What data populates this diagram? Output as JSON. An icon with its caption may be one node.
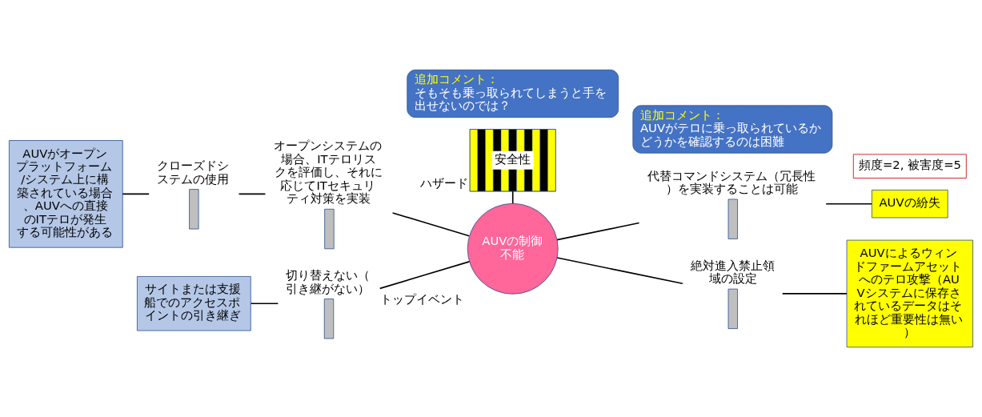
{
  "diagram": {
    "nodes": [
      {
        "text": [
          "AUVがオープンプラットフォーム/システム上に構築されている場合、AUVへの直接のITテロが発生する可能性がある"
        ]
      },
      {
        "text": [],
        "shape": "bar",
        "beside": [
          "クローズドシステムの使用"
        ]
      },
      {
        "text": [],
        "shape": "bar",
        "beside": [
          "オープンシステムの場合、ITテロリスクを評価し、それに応じてITセキュリティ対策を実装"
        ]
      },
      {
        "text": [
          "ハザード",
          "安全性"
        ]
      },
      {
        "text": [
          "追加コメント：",
          "AUVがテロに乗っ取られているかどうかを確認するのは困難"
        ]
      },
      {
        "text": [],
        "shape": "bar",
        "beside": [
          "代替コマンドシステム（冗長性）を実装することは可能"
        ]
      },
      {
        "text": [
          "頻度=2, 被害度=5"
        ]
      },
      {
        "text": [
          "AUVの紛失"
        ]
      },
      {
        "text": [
          "トップイベント",
          "AUVの制御不能"
        ]
      },
      {
        "text": [],
        "shape": "bar",
        "beside": [
          "絶対進入禁止領域の設定"
        ]
      },
      {
        "text": [
          "AUVによるウィンドファームアセットへのテロ攻撃（AUVシステムに保存されているデータはそれほど重要性は無い）"
        ]
      },
      {
        "text": [
          "サイトまたは支援船でのアクセスポイントの引き継ぎ"
        ]
      },
      {
        "text": [],
        "shape": "bar",
        "beside": [
          "切り替えない（引き継がない）"
        ]
      },
      {
        "text": [
          "追加コメント：",
          "そもそも乗っ取られてしまうと手を出せないのでは？"
        ]
      }
    ],
    "edges": [
      {
        "from": 0,
        "to": 1,
        "arrow": "none"
      },
      {
        "from": 1,
        "to": 2,
        "arrow": "none"
      },
      {
        "from": 2,
        "to": 8,
        "arrow": "none"
      },
      {
        "from": 11,
        "to": 12,
        "arrow": "none"
      },
      {
        "from": 12,
        "to": 8,
        "arrow": "none"
      },
      {
        "from": 3,
        "to": 8,
        "arrow": "none"
      },
      {
        "from": 8,
        "to": 5,
        "arrow": "none"
      },
      {
        "from": 5,
        "to": 7,
        "arrow": "none"
      },
      {
        "from": 8,
        "to": 9,
        "arrow": "none"
      },
      {
        "from": 9,
        "to": 10,
        "arrow": "none"
      }
    ]
  }
}
